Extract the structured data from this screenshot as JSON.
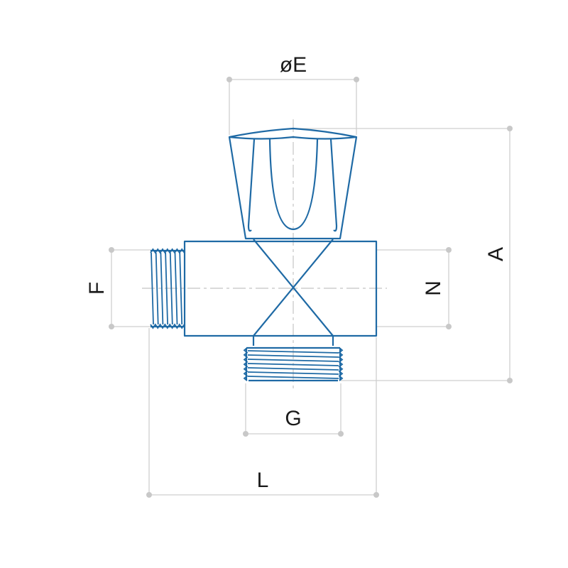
{
  "dimensions": {
    "E": "øE",
    "A": "A",
    "F": "F",
    "N": "N",
    "G": "G",
    "L": "L"
  },
  "colors": {
    "part": "#1f6aa5",
    "dimension": "#cfcfcf"
  }
}
